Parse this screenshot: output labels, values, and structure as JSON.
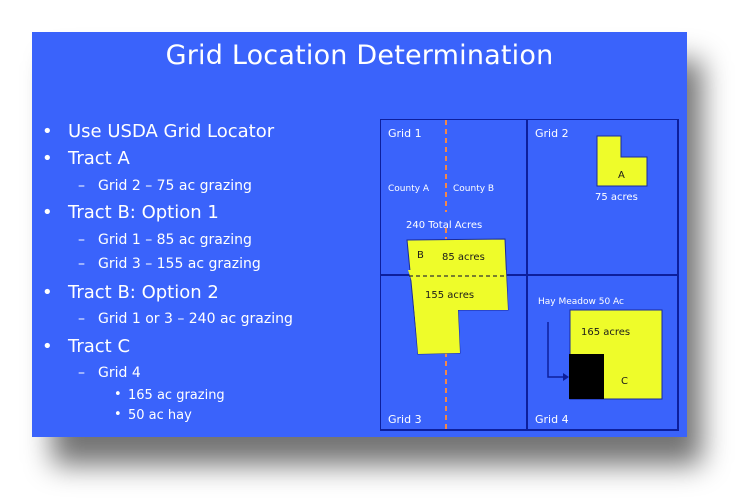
{
  "slide": {
    "title": "Grid Location Determination",
    "background_color": "#3a63fb",
    "bullets": [
      {
        "level": 1,
        "text": "Use USDA Grid Locator"
      },
      {
        "level": 1,
        "text": "Tract A"
      },
      {
        "level": 2,
        "text": "Grid  2 – 75 ac grazing"
      },
      {
        "level": 1,
        "text": "Tract B: Option 1"
      },
      {
        "level": 2,
        "text": "Grid  1 – 85 ac grazing"
      },
      {
        "level": 2,
        "text": "Grid  3 – 155 ac grazing"
      },
      {
        "level": 1,
        "text": "Tract B: Option 2"
      },
      {
        "level": 2,
        "text": "Grid  1 or 3 – 240 ac grazing"
      },
      {
        "level": 1,
        "text": "Tract C"
      },
      {
        "level": 2,
        "text": "Grid  4"
      },
      {
        "level": 3,
        "text": "165 ac grazing"
      },
      {
        "level": 3,
        "text": "50 ac hay"
      }
    ],
    "bullet_symbols": {
      "l1": "•",
      "l2": "–",
      "l3": "•"
    }
  },
  "map": {
    "grid_labels": [
      "Grid 1",
      "Grid 2",
      "Grid 3",
      "Grid 4"
    ],
    "county_a": "County A",
    "county_b": "County B",
    "total_acres": "240 Total Acres",
    "tract_a": {
      "letter": "A",
      "acres": "75 acres"
    },
    "tract_b": {
      "letter": "B",
      "upper_acres": "85 acres",
      "lower_acres": "155 acres"
    },
    "tract_c": {
      "letter": "C",
      "acres": "165 acres",
      "hay_label": "Hay Meadow  50 Ac"
    },
    "colors": {
      "tract": "#eefc2a",
      "grid_line": "#0d1f9c",
      "county_line": "#f2884a",
      "hay": "#000000"
    }
  }
}
